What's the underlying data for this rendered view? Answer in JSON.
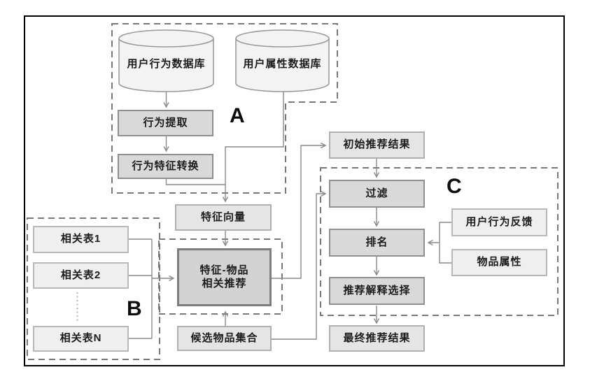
{
  "diagram": {
    "title_region_labels": {
      "a": "A",
      "b": "B",
      "c": "C"
    },
    "databases": {
      "user_behavior_db": "用户行为数据库",
      "user_attribute_db": "用户属性数据库"
    },
    "nodes": {
      "behavior_extraction": "行为提取",
      "behavior_feature_conversion": "行为特征转换",
      "feature_vector": "特征向量",
      "feature_item_rec_line1": "特征-物品",
      "feature_item_rec_line2": "相关推荐",
      "candidate_item_set": "候选物品集合",
      "related_table_1": "相关表1",
      "related_table_2": "相关表2",
      "related_table_n": "相关表N",
      "initial_rec_result": "初始推荐结果",
      "filter": "过滤",
      "ranking": "排名",
      "rec_explanation_selection": "推荐解释选择",
      "final_rec_result": "最终推荐结果",
      "user_behavior_feedback": "用户行为反馈",
      "item_attributes": "物品属性"
    },
    "colors": {
      "process_box_fill": "#d9d9d9",
      "process_box_border": "#8f8f8f",
      "core_box_fill": "#d3d3d3",
      "core_box_border": "#7d7d7d",
      "result_box_fill": "#e5e5e5",
      "result_box_border": "#afafaf",
      "input_box_fill": "#efefef",
      "input_box_border": "#b8b8b8",
      "cylinder_fill": "#f3f3f3",
      "connector": "#8a8a8a",
      "dashed_region": "#787878",
      "outer_border": "#000000"
    }
  }
}
